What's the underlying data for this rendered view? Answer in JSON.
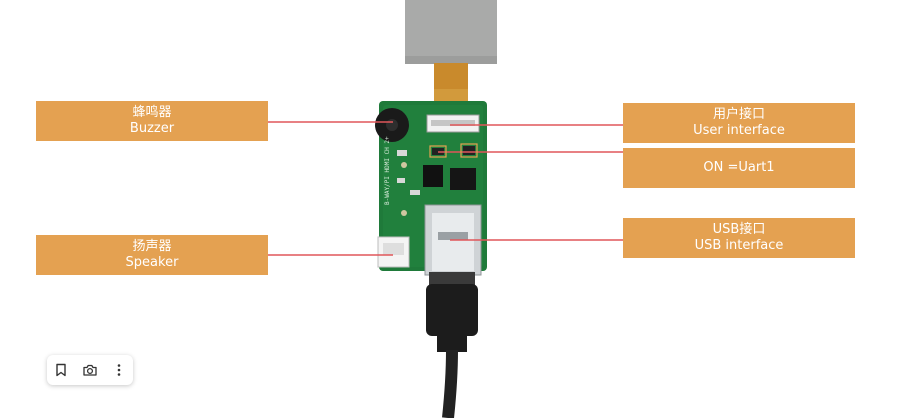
{
  "labels": {
    "buzzer": {
      "zh": "蜂鸣器",
      "en": "Buzzer"
    },
    "speaker": {
      "zh": "扬声器",
      "en": "Speaker"
    },
    "user": {
      "zh": "用户接口",
      "en": "User interface"
    },
    "on": {
      "text": "ON =Uart1"
    },
    "usb": {
      "zh": "USB接口",
      "en": "USB interface"
    }
  },
  "board_silkscreen": "B-WAY/PI HDMI CH 2+",
  "colors": {
    "label_bg": "#e4a151",
    "label_text": "#ffffff",
    "leader_line": "#e0565a",
    "pcb": "#1f7a3a"
  },
  "toolbar": {
    "icons": [
      "bookmark-icon",
      "camera-search-icon",
      "more-vertical-icon"
    ]
  }
}
